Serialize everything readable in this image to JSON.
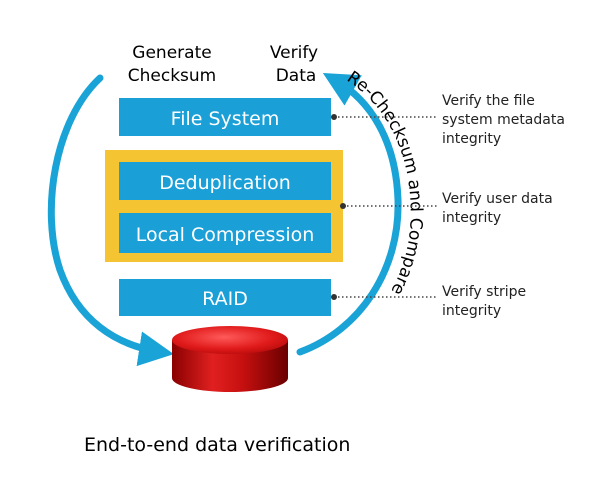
{
  "top_labels": {
    "generate": [
      "Generate",
      "Checksum"
    ],
    "verify": [
      "Verify",
      "Data"
    ]
  },
  "arc_label": "Re-Checksum and Compare",
  "boxes": {
    "file_system": "File System",
    "deduplication": "Deduplication",
    "local_compression": "Local Compression",
    "raid": "RAID"
  },
  "notes": {
    "metadata": [
      "Verify the file",
      "system metadata",
      "integrity"
    ],
    "user_data": [
      "Verify user data",
      "integrity"
    ],
    "stripe": [
      "Verify stripe",
      "integrity"
    ]
  },
  "caption": "End-to-end data verification",
  "colors": {
    "box_blue": "#1a9fd7",
    "group_yellow": "#f5c433",
    "arrow_blue": "#1aa3d6",
    "disk_red": "#d81818"
  },
  "icons": {
    "disk": "disk-cylinder-icon"
  }
}
